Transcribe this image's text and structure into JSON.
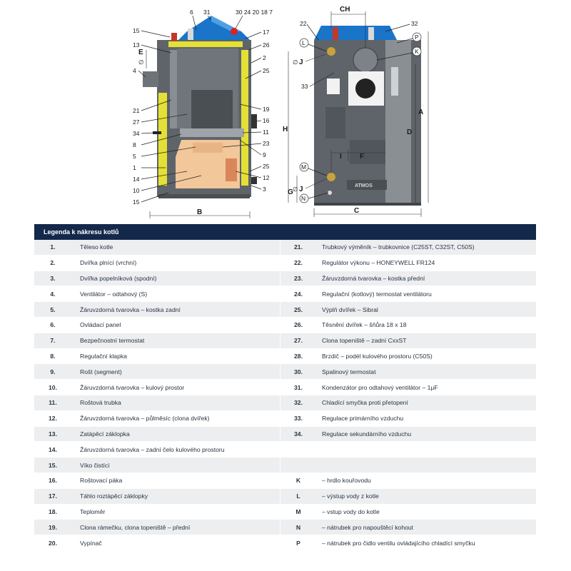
{
  "drawing": {
    "colors": {
      "body": "#5e6469",
      "insulation": "#e4e035",
      "fireclay": "#f2c79a",
      "top": "#1a74c8",
      "metal": "#8a8f94"
    },
    "left_callouts_top": [
      "6",
      "31",
      "30 24 20 18 7"
    ],
    "left_callouts_left": [
      "15",
      "13",
      "4",
      "21",
      "27",
      "34",
      "8",
      "5",
      "1",
      "14",
      "10",
      "15"
    ],
    "left_callouts_right": [
      "17",
      "26",
      "2",
      "25",
      "19",
      "16",
      "11",
      "23",
      "9",
      "25",
      "12",
      "3"
    ],
    "left_dims": {
      "e": "E",
      "b": "B"
    },
    "right_callouts": {
      "c22": "22",
      "c32": "32",
      "cL": "L",
      "cP": "P",
      "cK": "K",
      "c33": "33",
      "cM": "M",
      "cN": "N"
    },
    "right_dims": {
      "ch": "CH",
      "j1": "J",
      "j2": "J",
      "h": "H",
      "i": "I",
      "f": "F",
      "g": "G",
      "c": "C",
      "d": "D",
      "a": "A"
    },
    "front_plate": "ATMOS"
  },
  "legend": {
    "title": "Legenda k nákresu kotlů",
    "rows": [
      {
        "n1": "1.",
        "d1": "Těleso kotle",
        "n2": "21.",
        "d2": "Trubkový výměník – trubkovnice (C25ST, C32ST, C50S)"
      },
      {
        "n1": "2.",
        "d1": "Dvířka plnící (vrchní)",
        "n2": "22.",
        "d2": "Regulátor výkonu – HONEYWELL FR124"
      },
      {
        "n1": "3.",
        "d1": "Dvířka popelníková (spodní)",
        "n2": "23.",
        "d2": "Žáruvzdorná tvarovka – kostka přední"
      },
      {
        "n1": "4.",
        "d1": "Ventilátor – odtahový (S)",
        "n2": "24.",
        "d2": "Regulační (kotlový) termostat ventilátoru"
      },
      {
        "n1": "5.",
        "d1": "Žáruvzdorná tvarovka – kostka zadní",
        "n2": "25.",
        "d2": "Výplň dvířek – Sibral"
      },
      {
        "n1": "6.",
        "d1": "Ovládací panel",
        "n2": "26.",
        "d2": "Těsnění dvířek – šňůra 18 x 18"
      },
      {
        "n1": "7.",
        "d1": "Bezpečnostní termostat",
        "n2": "27.",
        "d2": "Clona topeniště – zadní CxxST"
      },
      {
        "n1": "8.",
        "d1": "Regulační klapka",
        "n2": "28.",
        "d2": "Brzdič – podél kulového prostoru (C50S)"
      },
      {
        "n1": "9.",
        "d1": "Rošt (segment)",
        "n2": "30.",
        "d2": "Spalinový termostat"
      },
      {
        "n1": "10.",
        "d1": "Žáruvzdorná tvarovka – kulový prostor",
        "n2": "31.",
        "d2": "Kondenzátor pro odtahový ventilátor – 1μF"
      },
      {
        "n1": "11.",
        "d1": "Roštová trubka",
        "n2": "32.",
        "d2": "Chladící smyčka proti přetopení"
      },
      {
        "n1": "12.",
        "d1": "Žáruvzdorná tvarovka – půlměsíc (clona dvířek)",
        "n2": "33.",
        "d2": "Regulace primárního vzduchu"
      },
      {
        "n1": "13.",
        "d1": "Zatápěcí záklopka",
        "n2": "34.",
        "d2": "Regulace sekundárního vzduchu"
      },
      {
        "n1": "14.",
        "d1": "Žáruvzdorná tvarovka – zadní čelo kulového prostoru",
        "n2": "",
        "d2": ""
      },
      {
        "n1": "15.",
        "d1": "Víko čistící",
        "n2": "",
        "d2": ""
      },
      {
        "n1": "16.",
        "d1": "Roštovací páka",
        "n2": "K",
        "d2": "– hrdlo kouřovodu"
      },
      {
        "n1": "17.",
        "d1": "Táhlo roztápěcí záklopky",
        "n2": "L",
        "d2": "– výstup vody z kotle"
      },
      {
        "n1": "18.",
        "d1": "Teploměr",
        "n2": "M",
        "d2": "– vstup vody do kotle"
      },
      {
        "n1": "19.",
        "d1": "Clona rámečku, clona topeniště – přední",
        "n2": "N",
        "d2": "– nátrubek pro napouštěcí kohout"
      },
      {
        "n1": "20.",
        "d1": "Vypínač",
        "n2": "P",
        "d2": "– nátrubek pro čidlo ventilu ovládajícího chladící smyčku"
      }
    ]
  }
}
